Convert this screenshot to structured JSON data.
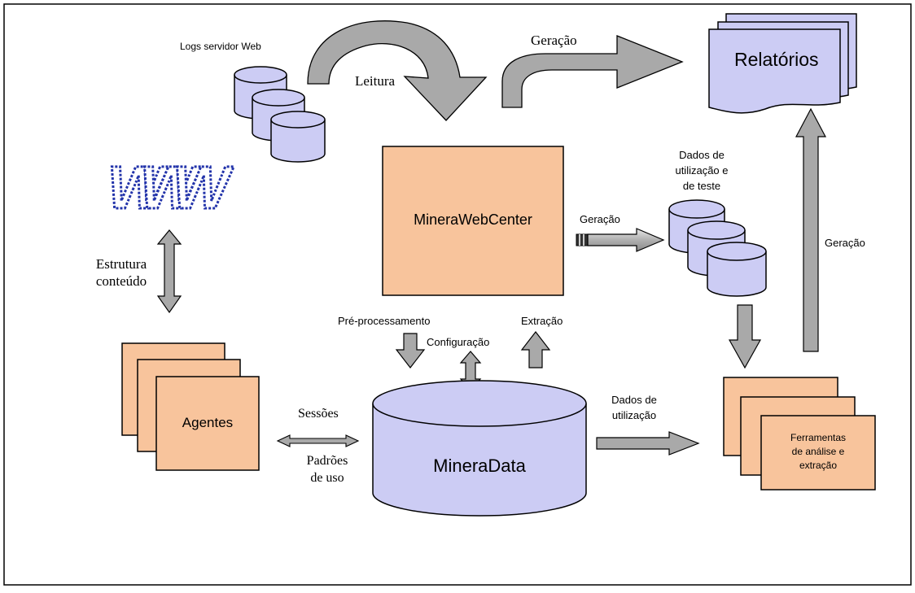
{
  "diagram": {
    "logs_label": "Logs servidor Web",
    "leitura_label": "Leitura",
    "geracao_top_label": "Geração",
    "relatorios_label": "Relatórios",
    "www_label": "WWW",
    "webcenter_label": "MineraWebCenter",
    "geracao_mid_label": "Geração",
    "dados_teste_label": "Dados de\nutilização e\nde teste",
    "geracao_right_label": "Geração",
    "estrutura_label": "Estrutura\nconteúdo",
    "preprocessamento_label": "Pré-processamento",
    "configuracao_label": "Configuração",
    "extracao_label": "Extração",
    "agentes_label": "Agentes",
    "sessoes_label": "Sessões",
    "padroes_label": "Padrões\nde uso",
    "mineradata_label": "MineraData",
    "dados_utilizacao_label": "Dados de\nutilização",
    "ferramentas_label": "Ferramentas\nde análise e\nextração"
  },
  "colors": {
    "db_fill": "#ccccf4",
    "box_fill": "#f8c49c",
    "report_fill": "#ccccf4",
    "arrow_fill": "#a9a9a9",
    "outline": "#000000"
  }
}
